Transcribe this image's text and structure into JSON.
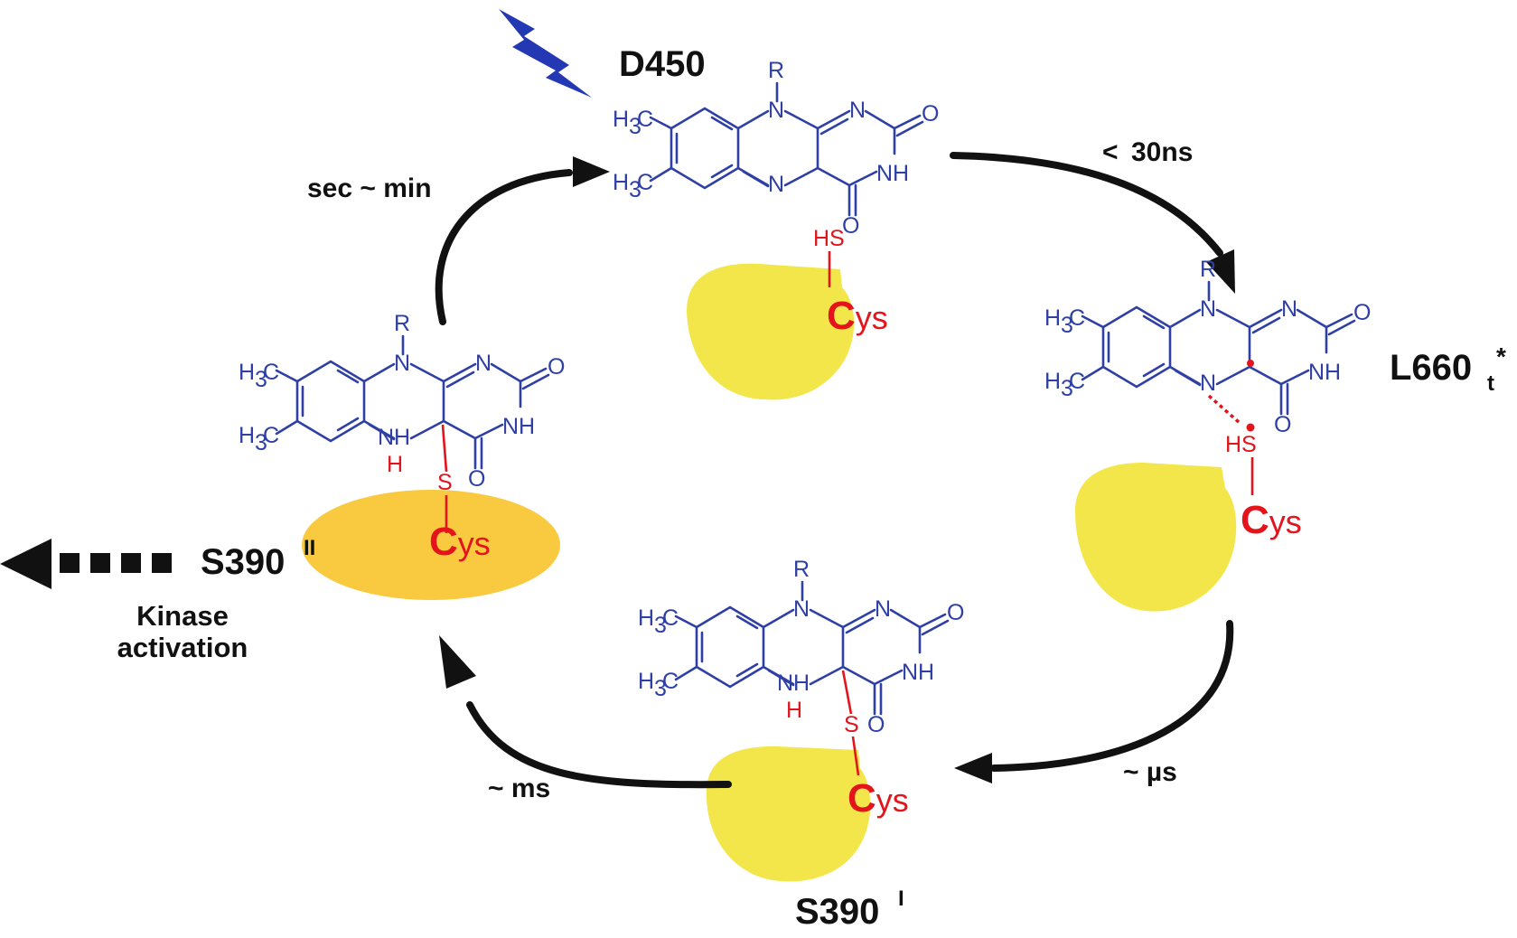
{
  "states": {
    "d450": "D450",
    "l660_main": "L660",
    "l660_sub": "t",
    "l660_sup": "*",
    "s390i_main": "S390",
    "s390i_sup": "I",
    "s390ii_main": "S390",
    "s390ii_sup": "II"
  },
  "rates": {
    "d450_to_l660": "30ns",
    "d450_to_l660_symbol": "<",
    "l660_to_s390i": "~ µs",
    "s390i_to_s390ii": "~ ms",
    "s390ii_to_d450": "sec ~ min"
  },
  "kinase": {
    "line1": "Kinase",
    "line2": "activation"
  },
  "atoms": {
    "r": "R",
    "n": "N",
    "o": "O",
    "nh": "NH",
    "h3c": "H",
    "h3c_sub": "3",
    "h3c_c": "C",
    "h": "H",
    "s": "S",
    "hs": "HS",
    "cys_c": "C",
    "cys_ys": "ys"
  },
  "colors": {
    "flavin": "#2e3fa5",
    "cysteine": "#e3141b",
    "protein_yellow": "#f3e64a",
    "protein_orange": "#f9c940",
    "light": "#2438b4"
  }
}
